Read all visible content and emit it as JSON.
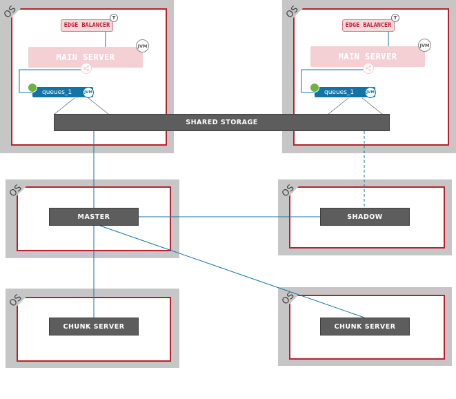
{
  "os_label": "OS",
  "top_left": {
    "edge_balancer": "EDGE BALANCER",
    "edge_tag": "T",
    "main_server": "MAIN SERVER",
    "jvm_tag": "JVM",
    "queue_label": "queues_1",
    "queue_jvm_tag": "JVM"
  },
  "top_right": {
    "edge_balancer": "EDGE BALANCER",
    "edge_tag": "T",
    "main_server": "MAIN SERVER",
    "jvm_tag": "JVM",
    "queue_label": "queues_1",
    "queue_jvm_tag": "JVM"
  },
  "shared_storage": "SHARED STORAGE",
  "master": "MASTER",
  "shadow": "SHADOW",
  "chunk_left": "CHUNK SERVER",
  "chunk_right": "CHUNK SERVER",
  "colors": {
    "os_frame": "#c6c6c6",
    "border_red": "#b8202f",
    "dark_box": "#5d5d5d",
    "connector_blue": "#1273a8",
    "pale_red": "#f4d0d4"
  }
}
